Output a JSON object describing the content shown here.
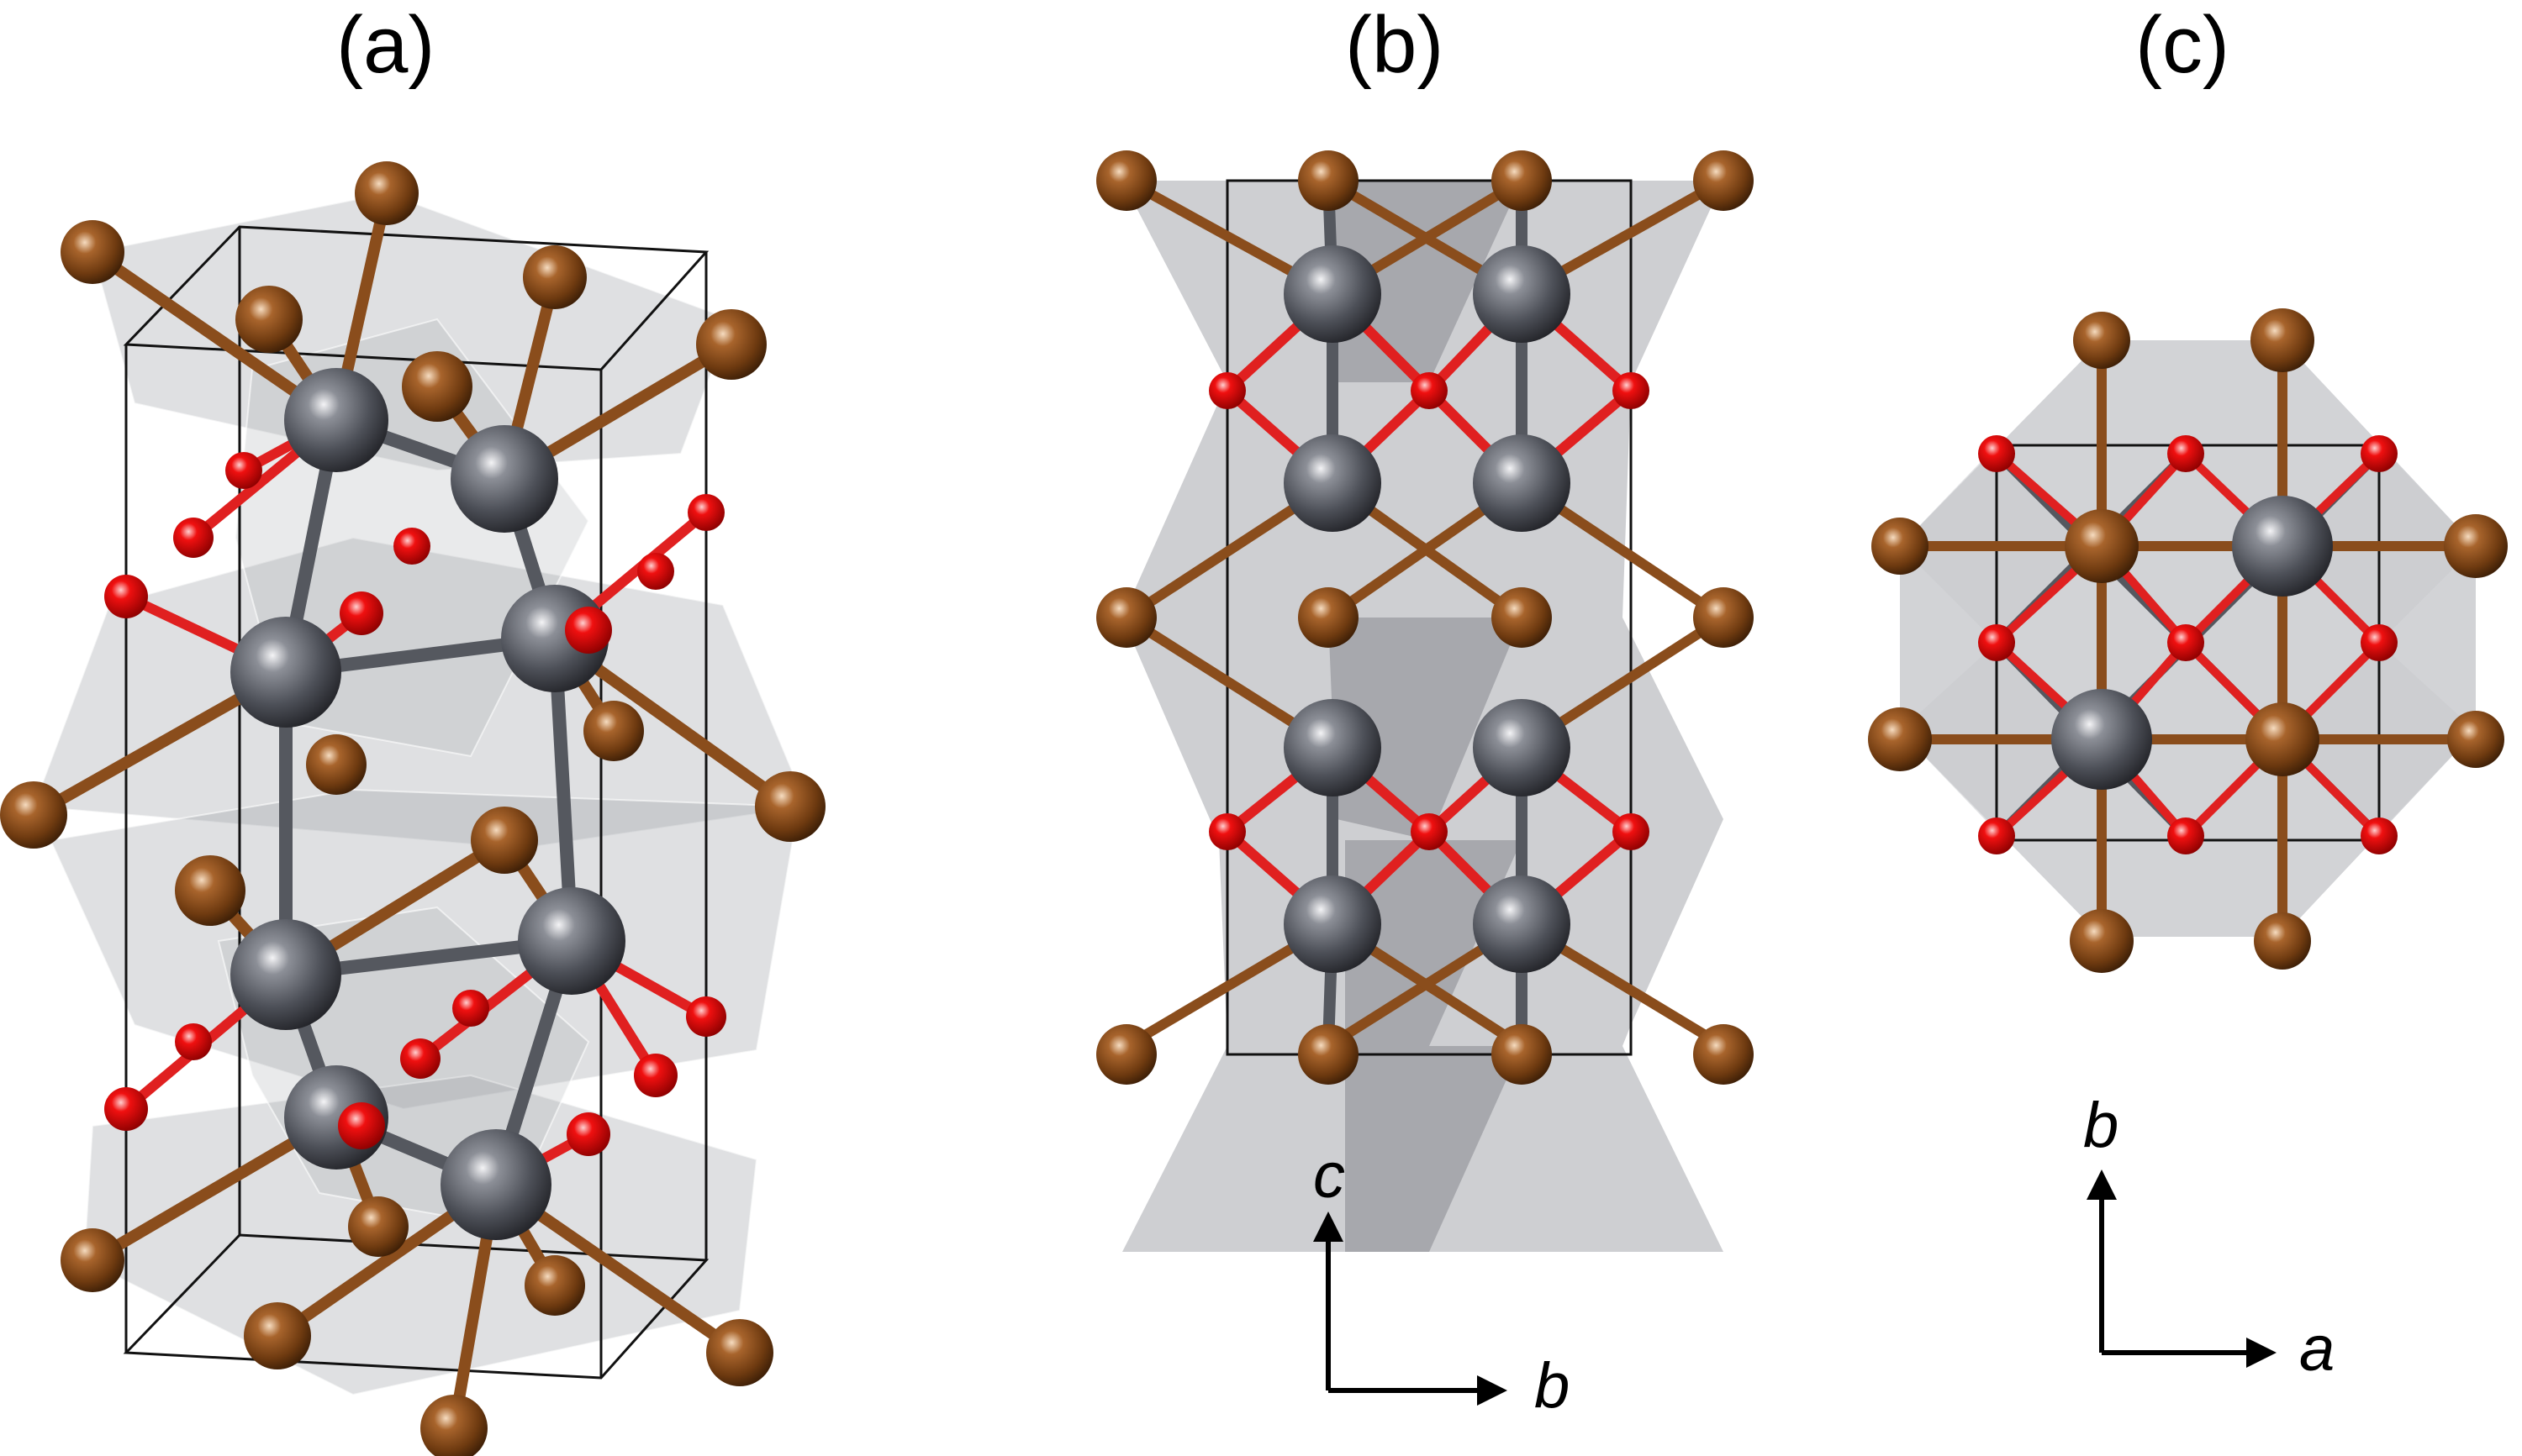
{
  "panels": [
    {
      "id": "a",
      "label": "(a)"
    },
    {
      "id": "b",
      "label": "(b)",
      "axes": {
        "vertical": "c",
        "horizontal": "b"
      }
    },
    {
      "id": "c",
      "label": "(c)",
      "axes": {
        "vertical": "b",
        "horizontal": "a"
      }
    }
  ],
  "colors": {
    "metal_atom": "#4d5058",
    "anion_atom": "#7a4214",
    "oxygen_atom": "#e00000",
    "polyhedron": "#b9b9b9",
    "cell_edge": "#000000",
    "background": "#ffffff"
  }
}
